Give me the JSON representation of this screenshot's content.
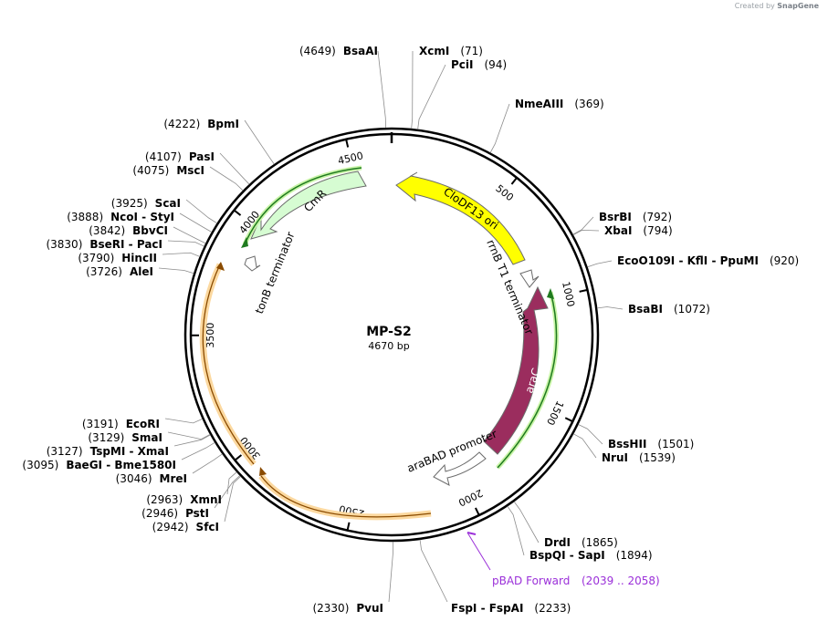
{
  "credit": {
    "prefix": "Created by",
    "brand": "SnapGene"
  },
  "plasmid": {
    "name": "MP-S2",
    "size_label": "4670 bp",
    "length": 4670
  },
  "ticks": [
    "500",
    "1000",
    "1500",
    "2000",
    "2500",
    "3000",
    "3500",
    "4000",
    "4500"
  ],
  "features": [
    {
      "id": "cmr",
      "label": "CmR",
      "type": "gene"
    },
    {
      "id": "clodf13",
      "label": "CloDF13 ori",
      "type": "ori"
    },
    {
      "id": "arac",
      "label": "araC",
      "type": "gene"
    },
    {
      "id": "tonb",
      "label": "tonB terminator",
      "type": "terminator"
    },
    {
      "id": "rrnb",
      "label": "rrnB T1 terminator",
      "type": "terminator"
    },
    {
      "id": "arabad",
      "label": "araBAD promoter",
      "type": "promoter"
    }
  ],
  "primer": {
    "label": "pBAD Forward",
    "range": "(2039 .. 2058)",
    "color": "#9b30d9"
  },
  "sites": [
    {
      "pos": "(4649)",
      "names": "BsaAI"
    },
    {
      "pos": "(71)",
      "names": "XcmI"
    },
    {
      "pos": "(94)",
      "names": "PciI"
    },
    {
      "pos": "(369)",
      "names": "NmeAIII"
    },
    {
      "pos": "(792)",
      "names": "BsrBI"
    },
    {
      "pos": "(794)",
      "names": "XbaI"
    },
    {
      "pos": "(920)",
      "names": "EcoO109I - KflI - PpuMI"
    },
    {
      "pos": "(1072)",
      "names": "BsaBI"
    },
    {
      "pos": "(1501)",
      "names": "BssHII"
    },
    {
      "pos": "(1539)",
      "names": "NruI"
    },
    {
      "pos": "(1865)",
      "names": "DrdI"
    },
    {
      "pos": "(1894)",
      "names": "BspQI - SapI"
    },
    {
      "pos": "(2233)",
      "names": "FspI - FspAI"
    },
    {
      "pos": "(2330)",
      "names": "PvuI"
    },
    {
      "pos": "(2942)",
      "names": "SfcI"
    },
    {
      "pos": "(2946)",
      "names": "PstI"
    },
    {
      "pos": "(2963)",
      "names": "XmnI"
    },
    {
      "pos": "(3046)",
      "names": "MreI"
    },
    {
      "pos": "(3095)",
      "names": "BaeGI - Bme1580I"
    },
    {
      "pos": "(3127)",
      "names": "TspMI - XmaI"
    },
    {
      "pos": "(3129)",
      "names": "SmaI"
    },
    {
      "pos": "(3191)",
      "names": "EcoRI"
    },
    {
      "pos": "(3726)",
      "names": "AleI"
    },
    {
      "pos": "(3790)",
      "names": "HincII"
    },
    {
      "pos": "(3830)",
      "names": "BseRI - PacI"
    },
    {
      "pos": "(3842)",
      "names": "BbvCI"
    },
    {
      "pos": "(3888)",
      "names": "NcoI - StyI"
    },
    {
      "pos": "(3925)",
      "names": "ScaI"
    },
    {
      "pos": "(4075)",
      "names": "MscI"
    },
    {
      "pos": "(4107)",
      "names": "PasI"
    },
    {
      "pos": "(4222)",
      "names": "BpmI"
    }
  ]
}
